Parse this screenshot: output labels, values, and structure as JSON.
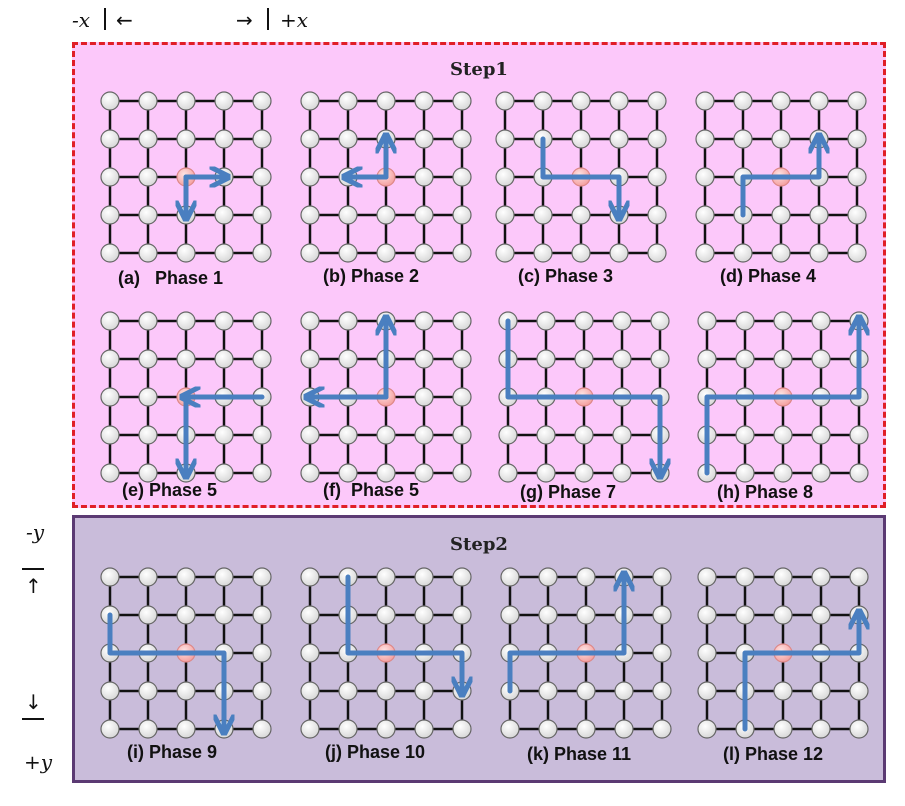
{
  "axes": {
    "neg_x": "-x",
    "pos_x": "+x",
    "neg_y": "-y",
    "pos_y": "+y",
    "left_arrow": "←",
    "right_arrow": "→",
    "up_arrow": "↑",
    "down_arrow": "↓"
  },
  "colors": {
    "step1_bg": "#fcc8fa",
    "step1_border": "#e01f26",
    "step2_bg": "#c9bcda",
    "step2_border": "#5b3a73",
    "arrow": "#4a7fc0",
    "node": "#d8d8d8",
    "center_node": "#f4a0a0"
  },
  "step1": {
    "title": "Step1",
    "phases": [
      {
        "caption": "(a)   Phase 1",
        "path": [
          [
            2,
            2
          ],
          [
            3,
            2
          ]
        ],
        "path2": [
          [
            2,
            2
          ],
          [
            2,
            3
          ]
        ]
      },
      {
        "caption": "(b) Phase 2",
        "path": [
          [
            2,
            2
          ],
          [
            1,
            2
          ]
        ],
        "path2": [
          [
            2,
            2
          ],
          [
            2,
            1
          ]
        ]
      },
      {
        "caption": "(c) Phase 3",
        "path": [
          [
            1,
            1
          ],
          [
            1,
            2
          ],
          [
            3,
            2
          ],
          [
            3,
            3
          ]
        ]
      },
      {
        "caption": "(d) Phase 4",
        "path": [
          [
            1,
            3
          ],
          [
            1,
            2
          ],
          [
            3,
            2
          ],
          [
            3,
            1
          ]
        ]
      },
      {
        "caption": "(e) Phase 5",
        "path": [
          [
            4,
            2
          ],
          [
            2,
            2
          ]
        ],
        "path2": [
          [
            2,
            2
          ],
          [
            2,
            4
          ]
        ]
      },
      {
        "caption": "(f)  Phase 5",
        "path": [
          [
            2,
            2
          ],
          [
            0,
            2
          ]
        ],
        "path2": [
          [
            2,
            2
          ],
          [
            2,
            0
          ]
        ]
      },
      {
        "caption": "(g) Phase 7",
        "path": [
          [
            0,
            0
          ],
          [
            0,
            2
          ],
          [
            4,
            2
          ],
          [
            4,
            4
          ]
        ]
      },
      {
        "caption": "(h) Phase 8",
        "path": [
          [
            0,
            4
          ],
          [
            0,
            2
          ],
          [
            4,
            2
          ],
          [
            4,
            0
          ]
        ]
      }
    ]
  },
  "step2": {
    "title": "Step2",
    "phases": [
      {
        "caption": "(i) Phase 9",
        "path": [
          [
            0,
            1
          ],
          [
            0,
            2
          ],
          [
            3,
            2
          ],
          [
            3,
            4
          ]
        ]
      },
      {
        "caption": "(j) Phase 10",
        "path": [
          [
            1,
            0
          ],
          [
            1,
            2
          ],
          [
            4,
            2
          ],
          [
            4,
            3
          ]
        ]
      },
      {
        "caption": "(k) Phase 11",
        "path": [
          [
            0,
            3
          ],
          [
            0,
            2
          ],
          [
            3,
            2
          ],
          [
            3,
            0
          ]
        ]
      },
      {
        "caption": "(l) Phase 12",
        "path": [
          [
            1,
            4
          ],
          [
            1,
            2
          ],
          [
            4,
            2
          ],
          [
            4,
            1
          ]
        ]
      }
    ]
  }
}
